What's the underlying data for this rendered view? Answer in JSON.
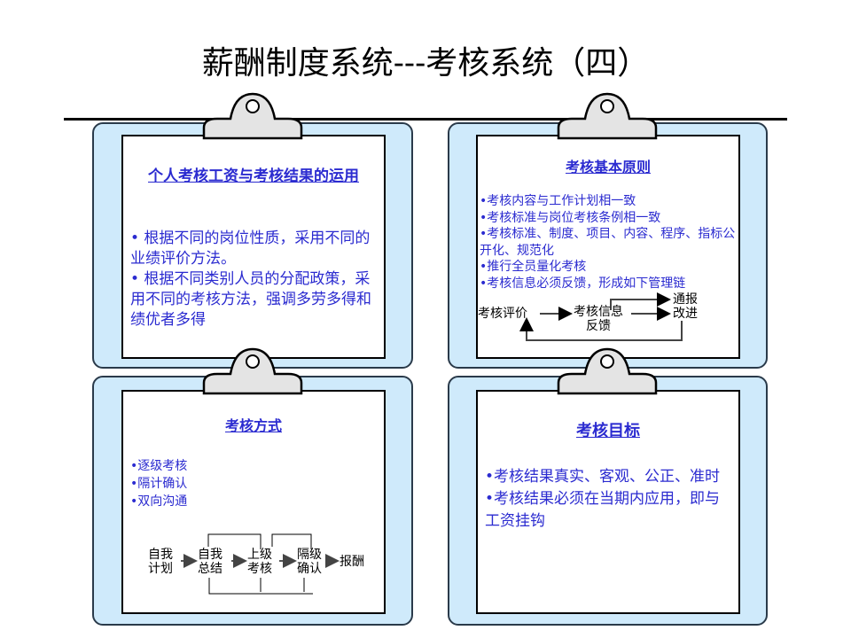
{
  "title": "薪酬制度系统---考核系统（四）",
  "cards": {
    "tl": {
      "title": "个人考核工资与考核结果的运用",
      "items": [
        "• 根据不同的岗位性质，采用不同的业绩评价方法。",
        "• 根据不同类别人员的分配政策，采用不同的考核方法，强调多劳多得和绩优者多得"
      ]
    },
    "tr": {
      "title": "考核基本原则",
      "items": [
        "•考核内容与工作计划相一致",
        "•考核标准与岗位考核条例相一致",
        "•考核标准、制度、项目、内容、程序、指标公开化、规范化",
        "•推行全员量化考核",
        "•考核信息必须反馈，形成如下管理链"
      ],
      "flow": {
        "a": "考核评价",
        "b1": "考核信息",
        "b2": "反馈",
        "c1": "通报",
        "c2": "改进"
      }
    },
    "bl": {
      "title": "考核方式",
      "items": [
        "•逐级考核",
        "•隔计确认",
        "•双向沟通"
      ],
      "flow": {
        "a1": "自我",
        "a2": "计划",
        "b1": "自我",
        "b2": "总结",
        "c1": "上级",
        "c2": "考核",
        "d1": "隔级",
        "d2": "确认",
        "e": "报酬"
      }
    },
    "br": {
      "title": "考核目标",
      "items": [
        "•考核结果真实、客观、公正、准时",
        "•考核结果必须在当期内应用，即与工资挂钩"
      ]
    }
  }
}
